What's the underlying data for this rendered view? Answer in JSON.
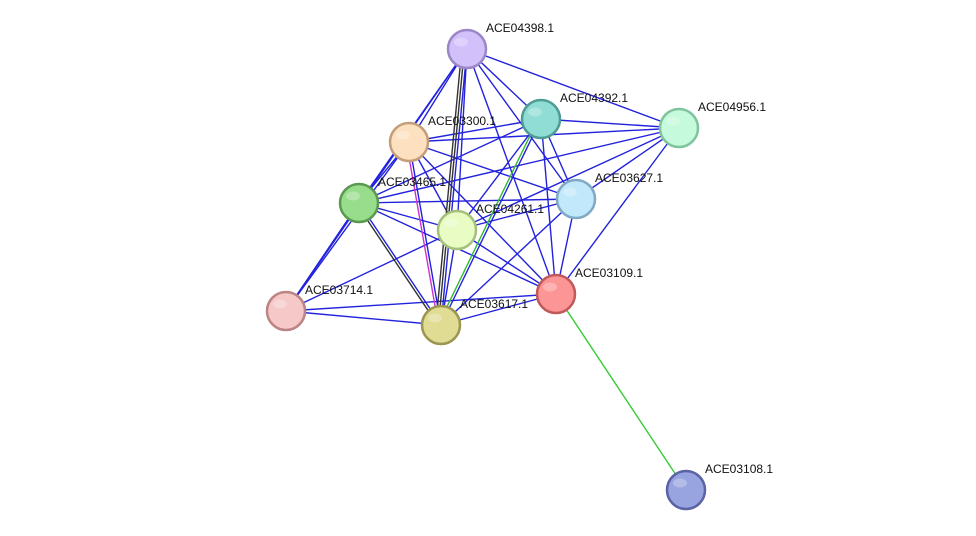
{
  "network": {
    "nodes": [
      {
        "id": "ACE04398.1",
        "label": "ACE04398.1",
        "fill": "#d2c0fb",
        "stroke": "#9b87c7"
      },
      {
        "id": "ACE04392.1",
        "label": "ACE04392.1",
        "fill": "#90ddd6",
        "stroke": "#4f9c94"
      },
      {
        "id": "ACE04956.1",
        "label": "ACE04956.1",
        "fill": "#c5fadc",
        "stroke": "#7fc49c"
      },
      {
        "id": "ACE03300.1",
        "label": "ACE03300.1",
        "fill": "#fde0c0",
        "stroke": "#c49e78"
      },
      {
        "id": "ACE03465.1",
        "label": "ACE03465.1",
        "fill": "#98dd8c",
        "stroke": "#5a9a50"
      },
      {
        "id": "ACE03627.1",
        "label": "ACE03627.1",
        "fill": "#c2e9fb",
        "stroke": "#7fa9c4"
      },
      {
        "id": "ACE04261.1",
        "label": "ACE04261.1",
        "fill": "#e8fcc4",
        "stroke": "#a4c07c"
      },
      {
        "id": "ACE03109.1",
        "label": "ACE03109.1",
        "fill": "#fc9696",
        "stroke": "#c05a5a"
      },
      {
        "id": "ACE03714.1",
        "label": "ACE03714.1",
        "fill": "#f6c8c8",
        "stroke": "#bc8484"
      },
      {
        "id": "ACE03617.1",
        "label": "ACE03617.1",
        "fill": "#e0dc94",
        "stroke": "#9c9650"
      },
      {
        "id": "ACE03108.1",
        "label": "ACE03108.1",
        "fill": "#98a4e0",
        "stroke": "#5a63a4"
      }
    ],
    "edges": [
      [
        "ACE04398.1",
        "ACE04392.1"
      ],
      [
        "ACE04398.1",
        "ACE04956.1"
      ],
      [
        "ACE04398.1",
        "ACE03300.1"
      ],
      [
        "ACE04398.1",
        "ACE03465.1"
      ],
      [
        "ACE04398.1",
        "ACE03627.1"
      ],
      [
        "ACE04398.1",
        "ACE04261.1"
      ],
      [
        "ACE04398.1",
        "ACE03109.1"
      ],
      [
        "ACE04398.1",
        "ACE03617.1"
      ],
      [
        "ACE04398.1",
        "ACE03714.1"
      ],
      [
        "ACE04392.1",
        "ACE04956.1"
      ],
      [
        "ACE04392.1",
        "ACE03300.1"
      ],
      [
        "ACE04392.1",
        "ACE03465.1"
      ],
      [
        "ACE04392.1",
        "ACE03627.1"
      ],
      [
        "ACE04392.1",
        "ACE04261.1"
      ],
      [
        "ACE04392.1",
        "ACE03109.1"
      ],
      [
        "ACE04392.1",
        "ACE03617.1"
      ],
      [
        "ACE04956.1",
        "ACE03300.1"
      ],
      [
        "ACE04956.1",
        "ACE03465.1"
      ],
      [
        "ACE04956.1",
        "ACE03627.1"
      ],
      [
        "ACE04956.1",
        "ACE04261.1"
      ],
      [
        "ACE04956.1",
        "ACE03109.1"
      ],
      [
        "ACE03300.1",
        "ACE03465.1"
      ],
      [
        "ACE03300.1",
        "ACE03627.1"
      ],
      [
        "ACE03300.1",
        "ACE04261.1"
      ],
      [
        "ACE03300.1",
        "ACE03109.1"
      ],
      [
        "ACE03300.1",
        "ACE03617.1"
      ],
      [
        "ACE03300.1",
        "ACE03714.1"
      ],
      [
        "ACE03465.1",
        "ACE03627.1"
      ],
      [
        "ACE03465.1",
        "ACE04261.1"
      ],
      [
        "ACE03465.1",
        "ACE03109.1"
      ],
      [
        "ACE03465.1",
        "ACE03617.1"
      ],
      [
        "ACE03465.1",
        "ACE03714.1"
      ],
      [
        "ACE03627.1",
        "ACE04261.1"
      ],
      [
        "ACE03627.1",
        "ACE03109.1"
      ],
      [
        "ACE03627.1",
        "ACE03617.1"
      ],
      [
        "ACE04261.1",
        "ACE03109.1"
      ],
      [
        "ACE04261.1",
        "ACE03617.1"
      ],
      [
        "ACE04261.1",
        "ACE03714.1"
      ],
      [
        "ACE03109.1",
        "ACE03617.1"
      ],
      [
        "ACE03109.1",
        "ACE03714.1"
      ],
      [
        "ACE03617.1",
        "ACE03714.1"
      ]
    ],
    "extra_edges": [
      {
        "source": "ACE04398.1",
        "target": "ACE03617.1",
        "color": "#333333"
      },
      {
        "source": "ACE04398.1",
        "target": "ACE03617.1",
        "color": "#333333"
      },
      {
        "source": "ACE03465.1",
        "target": "ACE03617.1",
        "color": "#333333"
      },
      {
        "source": "ACE03300.1",
        "target": "ACE03617.1",
        "color": "#cc33cc"
      },
      {
        "source": "ACE04392.1",
        "target": "ACE03617.1",
        "color": "#33bb33"
      },
      {
        "source": "ACE03109.1",
        "target": "ACE03108.1",
        "color": "#33cc33"
      }
    ],
    "edge_color": "#2222dd"
  }
}
